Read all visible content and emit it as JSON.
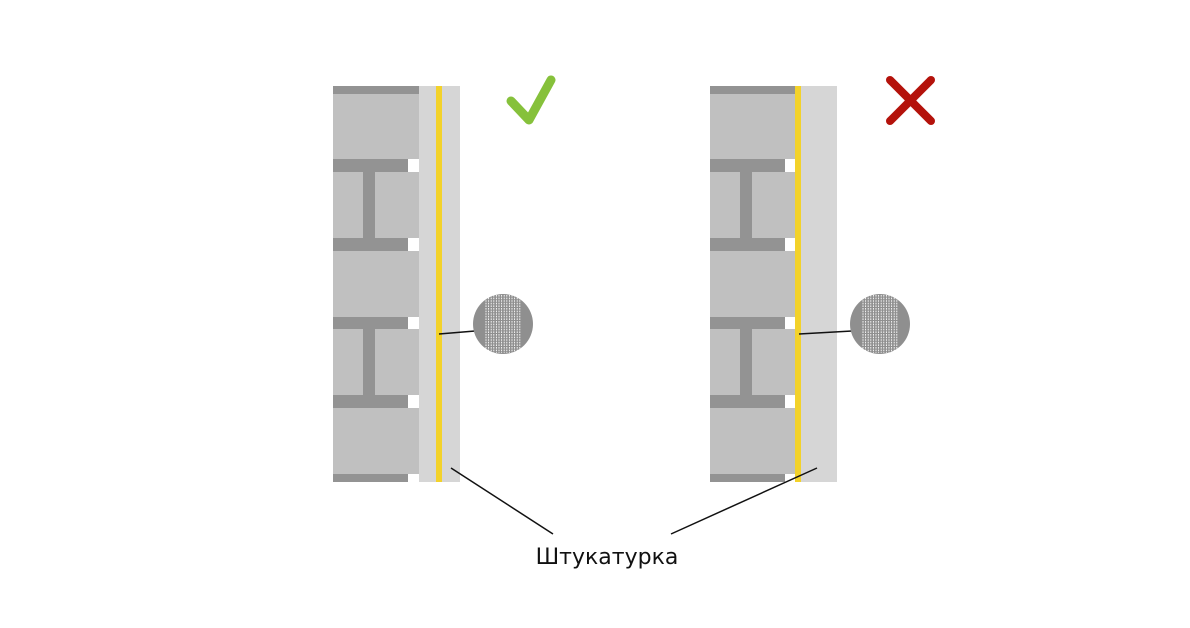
{
  "colors": {
    "background": "#ffffff",
    "brick": "#c0c0c0",
    "mortar": "#939393",
    "plaster": "#d6d6d6",
    "mesh_line": "#f3d22a",
    "mesh_circle": "#8f8f8f",
    "leader_line": "#111111",
    "correct_mark": "#86c13b",
    "wrong_mark": "#b4120b"
  },
  "panels": [
    {
      "id": "correct",
      "mark_icon": "checkmark-icon",
      "mesh_position": "embedded-in-plaster"
    },
    {
      "id": "wrong",
      "mark_icon": "cross-icon",
      "mesh_position": "against-brick-wall"
    }
  ],
  "label": {
    "text": "Штукатурка"
  }
}
